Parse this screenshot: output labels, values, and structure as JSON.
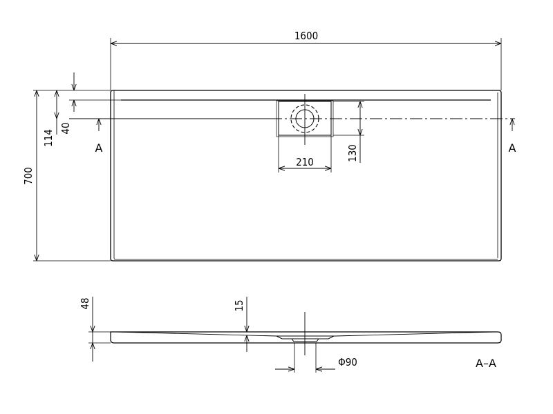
{
  "drawing": {
    "dimensions": {
      "length": "1600",
      "width": "700",
      "offset_114": "114",
      "offset_40": "40",
      "drain_width": "210",
      "drain_height": "130",
      "height_48": "48",
      "depth_15": "15",
      "drain_diameter": "Φ90"
    },
    "section_marks": {
      "left": "A",
      "right": "A"
    },
    "section_title": "A–A"
  }
}
